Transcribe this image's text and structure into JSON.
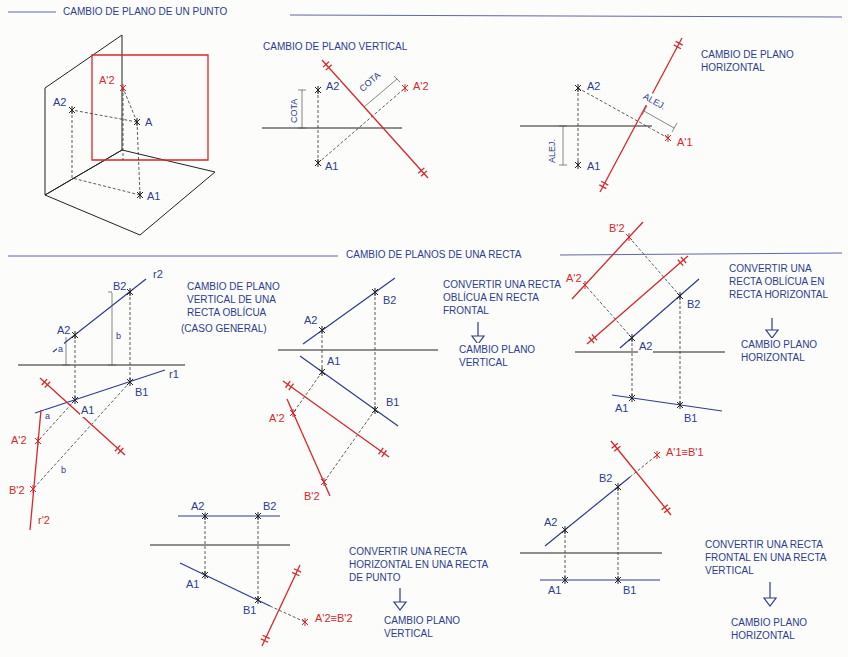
{
  "diagram": {
    "title": "CAMBIO DE PLANO DE UN PUNTO",
    "labels": [
      "A'2",
      "A2",
      "A",
      "A1",
      "CAMBIO DE PLANO VERTICAL",
      "A2",
      "COTA",
      "COTA",
      "A'2",
      "A1",
      "CAMBIO DE PLANO HORIZONTAL",
      "A2",
      "ALEJ.",
      "ALEJ.",
      "A'1",
      "A1",
      "CAMBIO DE PLANOS DE UNA RECTA",
      "B2",
      "r2",
      "CAMBIO DE PLANO VERTICAL DE UNA RECTA OBLÍCUA",
      "(CASO GENERAL)",
      "A2",
      "a",
      "b",
      "r1",
      "B1",
      "A1",
      "a",
      "A'2",
      "b",
      "B'2",
      "r'2",
      "B2",
      "A2",
      "A1",
      "B1",
      "A'2",
      "B'2",
      "CONVERTIR UNA RECTA OBLÍCUA EN RECTA FRONTAL",
      "CAMBIO PLANO VERTICAL",
      "B'2",
      "A'2",
      "B2",
      "A2",
      "A1",
      "B1",
      "CONVERTIR UNA RECTA OBLÍCUA EN RECTA HORIZONTAL",
      "CAMBIO PLANO HORIZONTAL",
      "A2",
      "B2",
      "A1",
      "B1",
      "A'2≡B'2",
      "CONVERTIR UNA RECTA HORIZONTAL EN UNA RECTA DE PUNTO",
      "CAMBIO PLANO VERTICAL",
      "A'1≡B'1",
      "B2",
      "A2",
      "A1",
      "B1",
      "CONVERTIR UNA RECTA FRONTAL EN UNA RECTA VERTICAL",
      "CAMBIO PLANO HORIZONTAL"
    ]
  }
}
